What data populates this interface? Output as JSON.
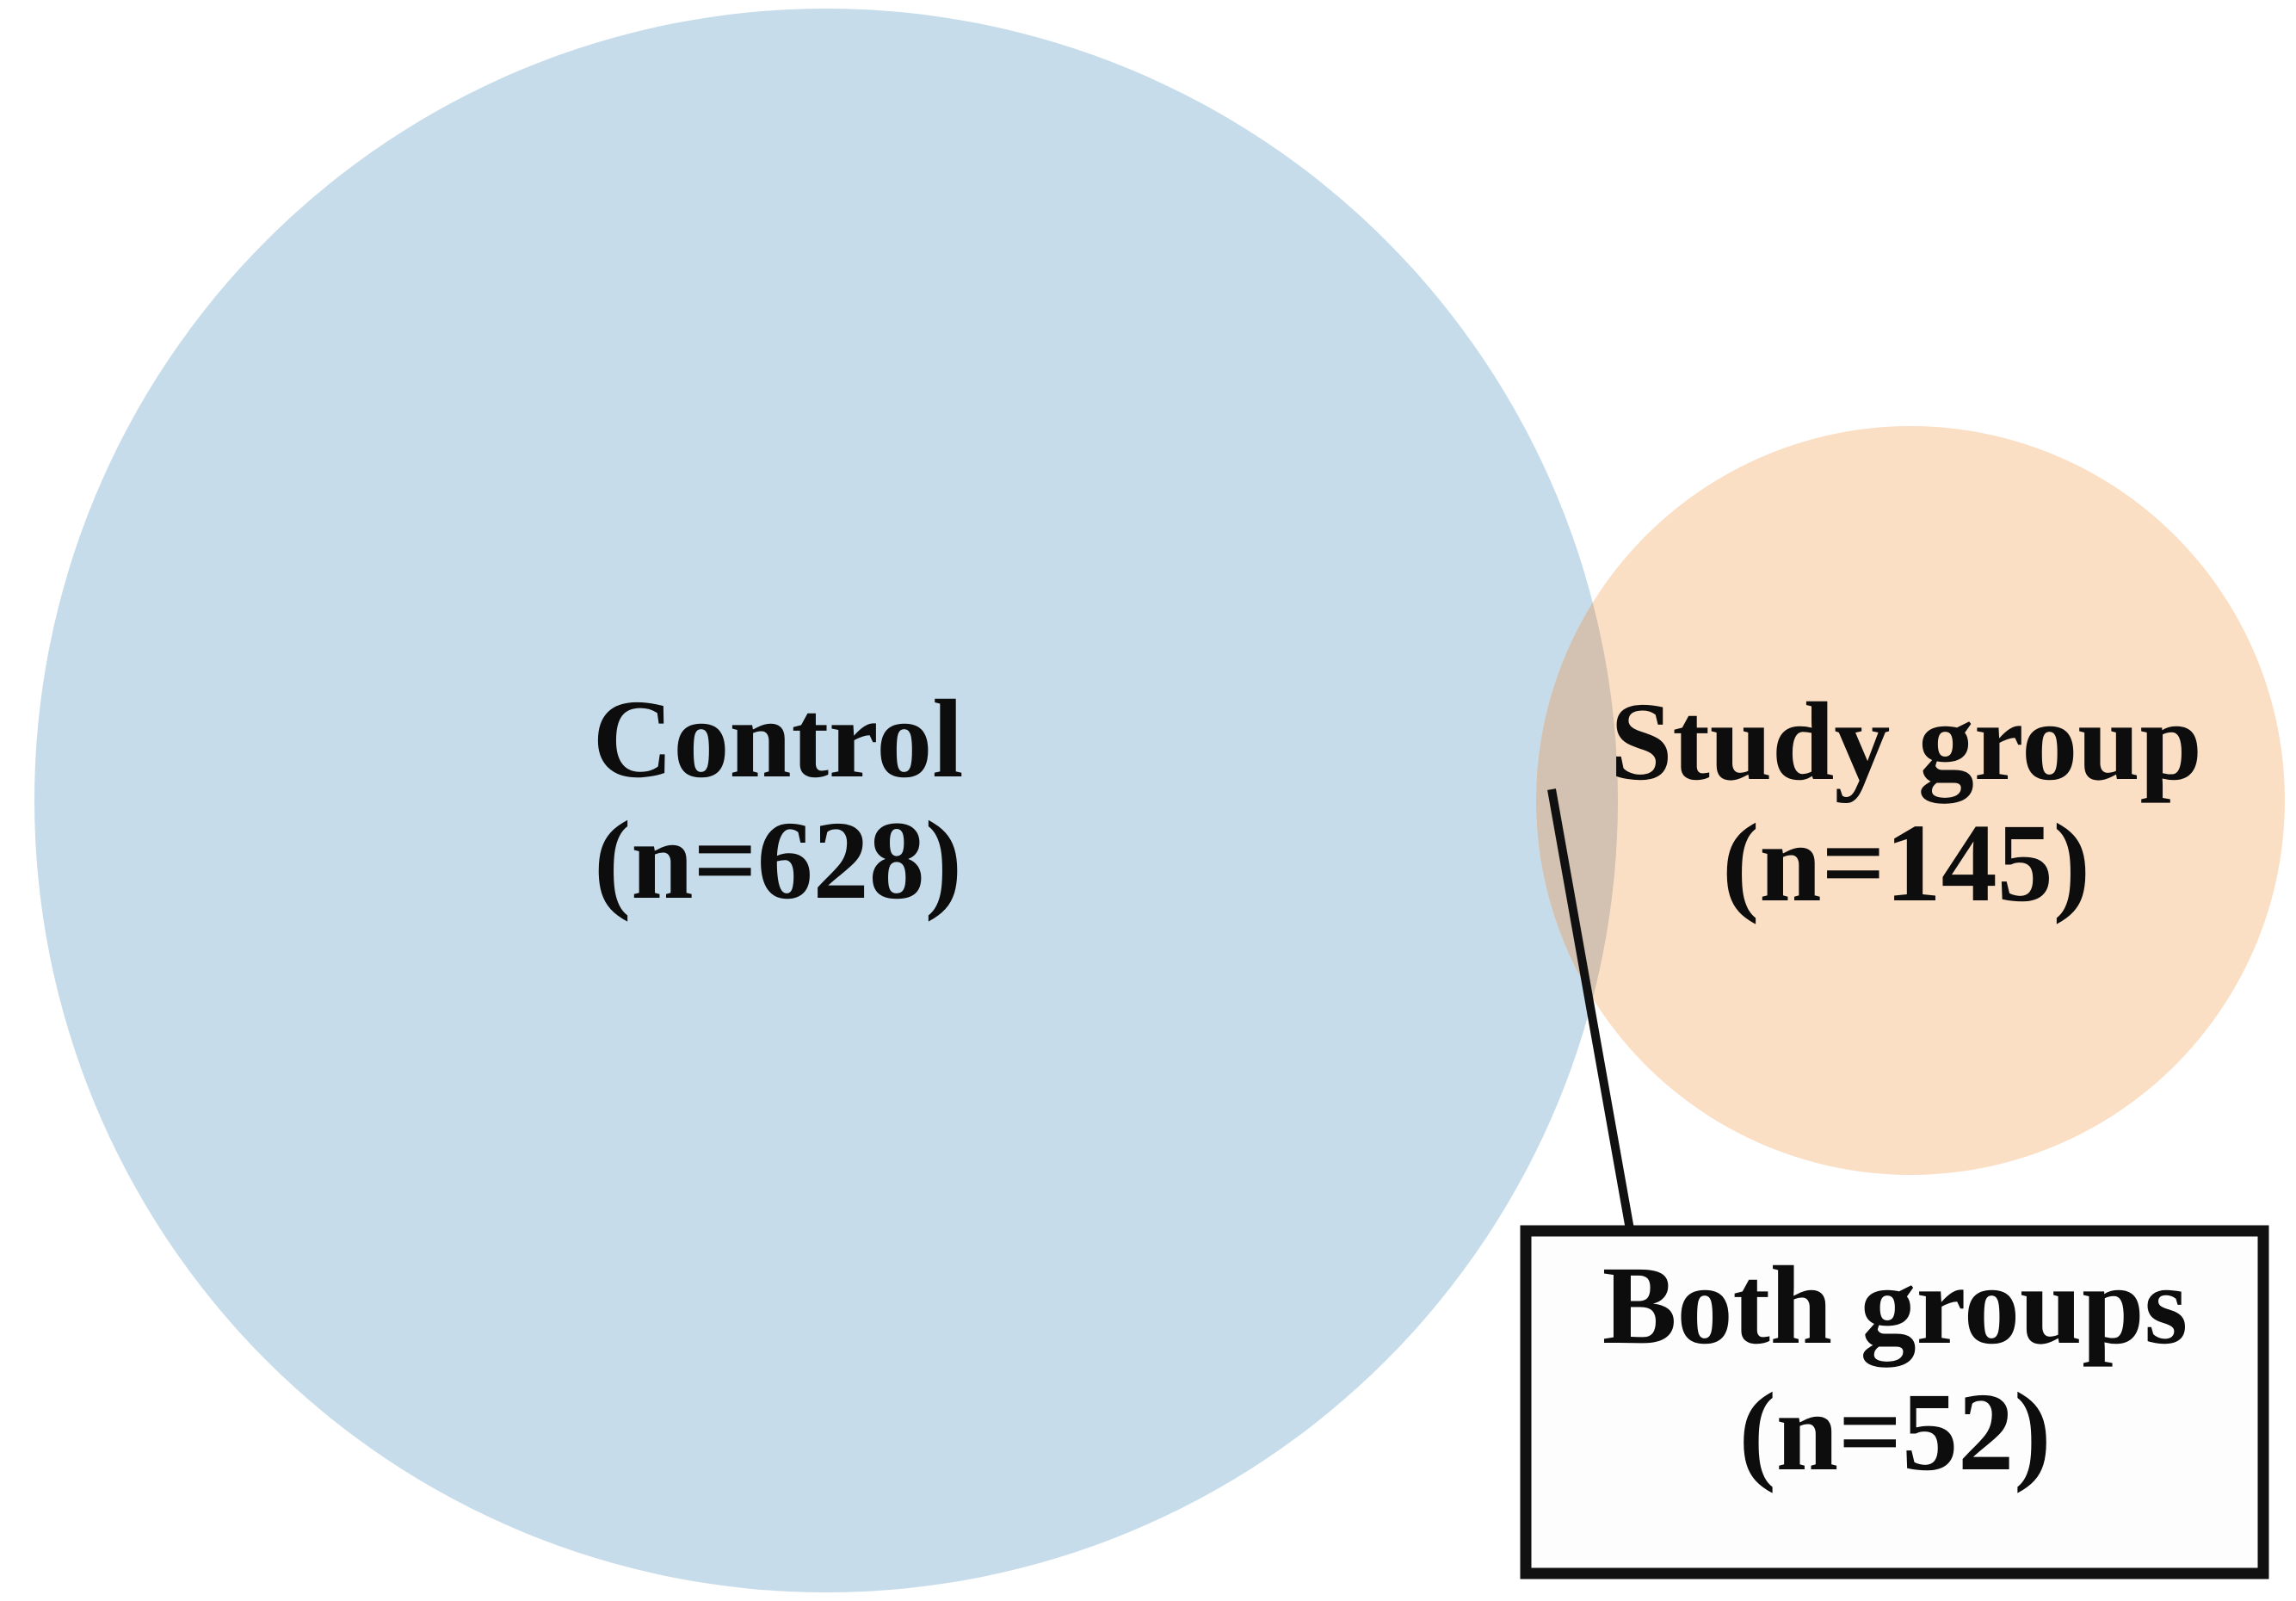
{
  "figure": {
    "kind": "euler-venn-diagram",
    "background_color": "#ffffff",
    "text_color": "#0d0d0d",
    "sets": {
      "control": {
        "label": "Control",
        "count_label": "(n=628)",
        "n": 628,
        "fill": "#C6DCEA"
      },
      "study": {
        "label": "Study group",
        "count_label": "(n=145)",
        "n": 145,
        "fill": "#FBDFC5"
      },
      "intersection": {
        "label": "Both groups",
        "count_label": "(n=52)",
        "n": 52,
        "fill": "#D3C2B1"
      }
    },
    "callout": {
      "box_fill": "#FDFDFD",
      "box_border_color": "#111111",
      "leader_line_color": "#111111"
    }
  }
}
